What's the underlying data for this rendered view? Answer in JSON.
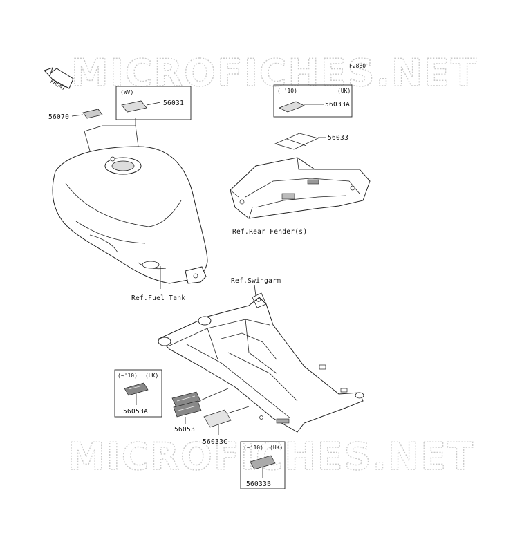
{
  "figure_code": "F2880",
  "watermark": "MICROFICHES.NET",
  "front_label": "FRONT",
  "refs": {
    "fuel_tank": "Ref.Fuel Tank",
    "rear_fender": "Ref.Rear Fender(s)",
    "swingarm": "Ref.Swingarm"
  },
  "parts": {
    "p56070": "56070",
    "p56031": "56031",
    "p56033A": "56033A",
    "p56033": "56033",
    "p56053A": "56053A",
    "p56053": "56053",
    "p56033C": "56033C",
    "p56033B": "56033B"
  },
  "box_tags": {
    "wv": "(WV)",
    "yr10": "(~'10)",
    "uk": "(UK)"
  }
}
